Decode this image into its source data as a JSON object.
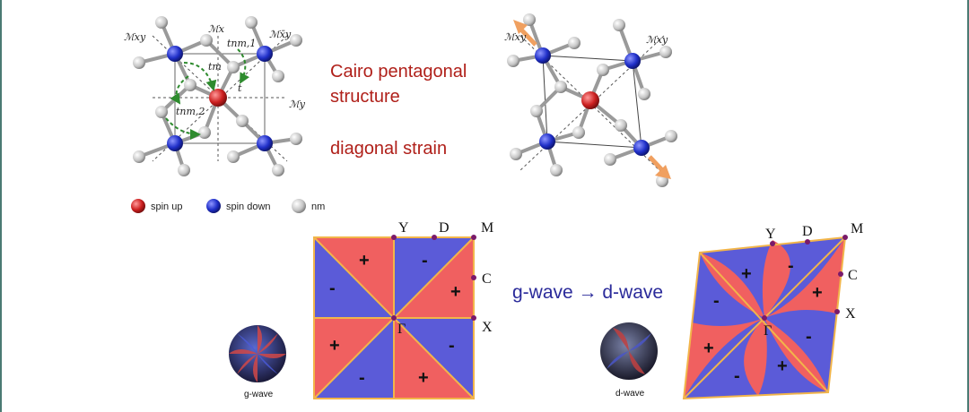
{
  "text": {
    "title_line1": "Cairo pentagonal",
    "title_line2": "structure",
    "subtitle": "diagonal strain",
    "transition": "g-wave → d-wave",
    "g_wave_caption": "g-wave",
    "d_wave_caption": "d-wave"
  },
  "legend": {
    "spin_up": "spin up",
    "spin_down": "spin down",
    "nm": "nm"
  },
  "lattice_labels": {
    "Mxy": "ℳxy",
    "Mx": "ℳx",
    "My": "ℳy",
    "Mxy_bar": "ℳx̄y",
    "tm": "tm",
    "t": "t",
    "tnm1": "tnm,1",
    "tnm2": "tnm,2"
  },
  "kpoints": {
    "Y": "Y",
    "D": "D",
    "M": "M",
    "C": "C",
    "X": "X",
    "G": "Γ"
  },
  "signs": {
    "plus": "+",
    "minus": "-"
  },
  "colors": {
    "spin_up": "#cc1f1f",
    "spin_down": "#1f2fc8",
    "nm": "#c4c4c4",
    "red_region": "#f06060",
    "blue_region": "#5b5bd8",
    "nodal_line": "#f2b54a",
    "kpoint_dot": "#7a1a6a",
    "strain_arrow": "#f0a060",
    "title_red": "#b0201a",
    "title_blue": "#2a2a9a"
  }
}
